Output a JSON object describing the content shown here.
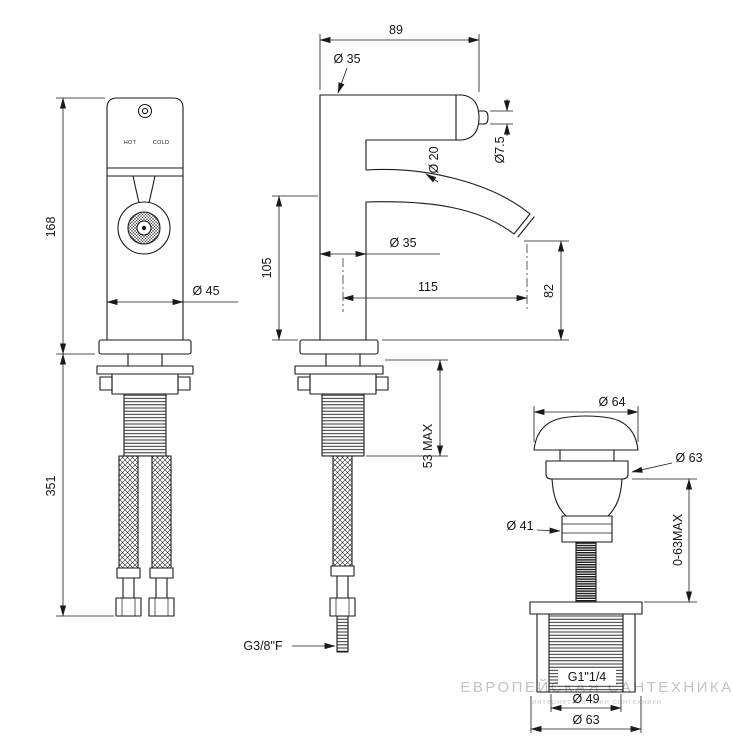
{
  "colors": {
    "line": "#1a1a1a",
    "background": "#ffffff",
    "watermark": "#c3c3c3"
  },
  "front_view": {
    "hot_label": "HOT",
    "cold_label": "COLD",
    "dims": {
      "height_body": "168",
      "lower_height": "351",
      "base_diameter": "Ø 45"
    }
  },
  "side_view": {
    "dims": {
      "depth": "89",
      "top_diameter": "Ø 35",
      "pin_diameter": "Ø7.5",
      "spout_diameter": "Ø 20",
      "body_diameter": "Ø 35",
      "spout_height": "105",
      "spout_reach": "115",
      "outlet_height": "82",
      "deck_max": "53 MAX",
      "inlet_thread": "G3/8\"F"
    }
  },
  "drain_view": {
    "dims": {
      "cap_diameter": "Ø 64",
      "flange_diameter": "Ø 63",
      "ring_diameter": "Ø 41",
      "adjust_range": "0-63MAX",
      "outlet_thread": "G1\"1/4",
      "nut_bore_diameter": "Ø 49",
      "nut_diameter": "Ø 63"
    }
  },
  "watermark": {
    "line1": "ЕВРОПЕЙСКАЯ САНТЕХНИКА",
    "line2": "интернет-магазин сантехники"
  }
}
